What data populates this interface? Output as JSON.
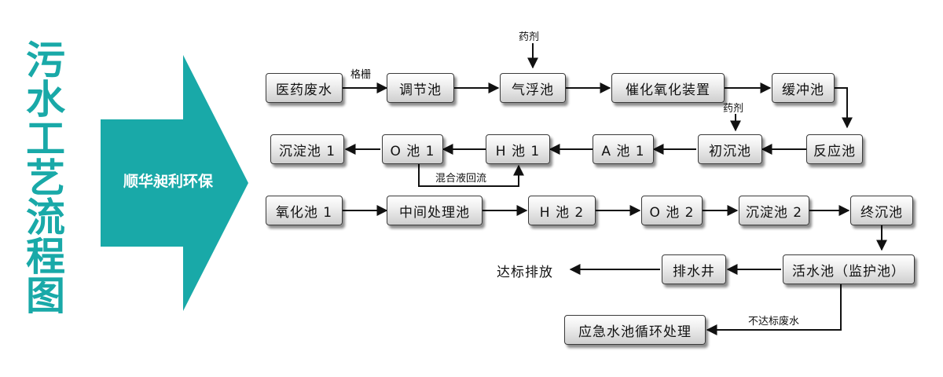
{
  "title_chars": [
    "污",
    "水",
    "工",
    "艺",
    "流",
    "程",
    "图"
  ],
  "brand": "顺华昶利环保",
  "accent": "#19a9a8",
  "nodes": {
    "n1": "医药废水",
    "n2": "调节池",
    "n3": "气浮池",
    "n4": "催化氧化装置",
    "n5": "缓冲池",
    "n6": "反应池",
    "n7": "初沉池",
    "n8": "A 池 1",
    "n9": "H 池 1",
    "n10": "O 池 1",
    "n11": "沉淀池 1",
    "n12": "氧化池 1",
    "n13": "中间处理池",
    "n14": "H 池 2",
    "n15": "O 池 2",
    "n16": "沉淀池 2",
    "n17": "终沉池",
    "n18": "活水池（监护池）",
    "n19": "排水井",
    "n20": "应急水池循环处理"
  },
  "discharge": "达标排放",
  "labels": {
    "grille": "格栅",
    "dosing1": "药剂",
    "dosing2": "药剂",
    "recycle": "混合液回流",
    "substandard": "不达标废水"
  }
}
